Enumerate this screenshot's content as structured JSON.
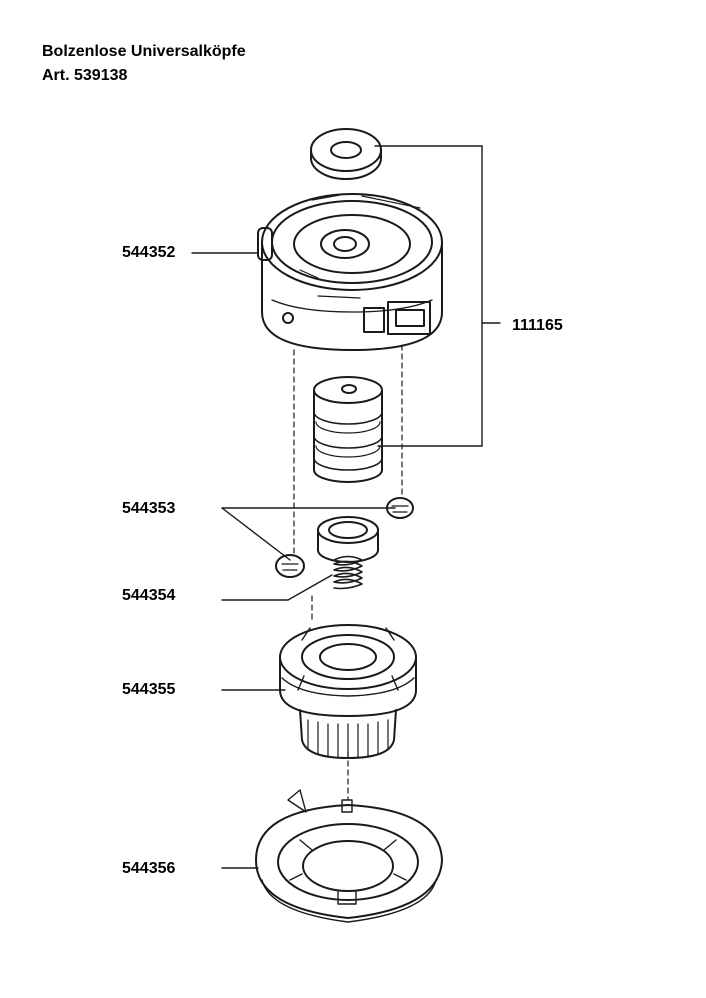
{
  "document": {
    "title_line1": "Bolzenlose Universalköpfe",
    "title_line2": "Art. 539138"
  },
  "labels": {
    "head_cover": "544352",
    "top_set": "111165",
    "eyelets": "544353",
    "spring": "544354",
    "spool_base": "544355",
    "bottom_cap": "544356"
  },
  "colors": {
    "line": "#1a1a1a",
    "shade": "#d0d0d0",
    "background": "#ffffff"
  }
}
